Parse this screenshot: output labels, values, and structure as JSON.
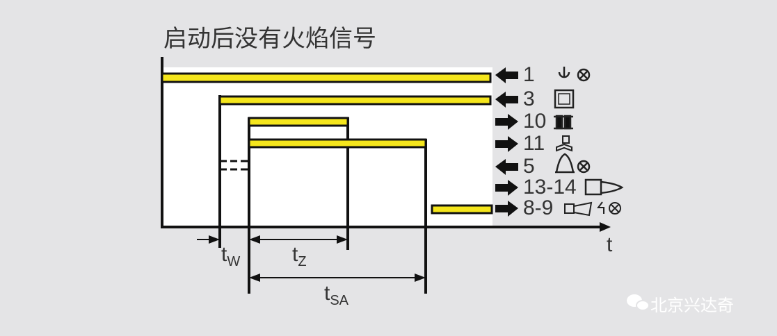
{
  "title": "启动后没有火焰信号",
  "signals": [
    {
      "label": "1",
      "direction": "in",
      "symbol": "power-lamp-icon"
    },
    {
      "label": "3",
      "direction": "in",
      "symbol": "thermostat-icon"
    },
    {
      "label": "10",
      "direction": "out",
      "symbol": "ignition-icon"
    },
    {
      "label": "11",
      "direction": "out",
      "symbol": "fuel-valve-icon"
    },
    {
      "label": "5",
      "direction": "in",
      "symbol": "flame-lamp-icon"
    },
    {
      "label": "13-14",
      "direction": "out",
      "symbol": "fan-motor-icon"
    },
    {
      "label": "8-9",
      "direction": "out",
      "symbol": "fault-alarm-icon"
    }
  ],
  "times": {
    "tw_main": "t",
    "tw_sub": "W",
    "tz_main": "t",
    "tz_sub": "Z",
    "tsa_main": "t",
    "tsa_sub": "SA",
    "axis": "t"
  },
  "watermark": "北京兴达奇",
  "colors": {
    "bar": "#f5e61c",
    "line": "#111111"
  }
}
